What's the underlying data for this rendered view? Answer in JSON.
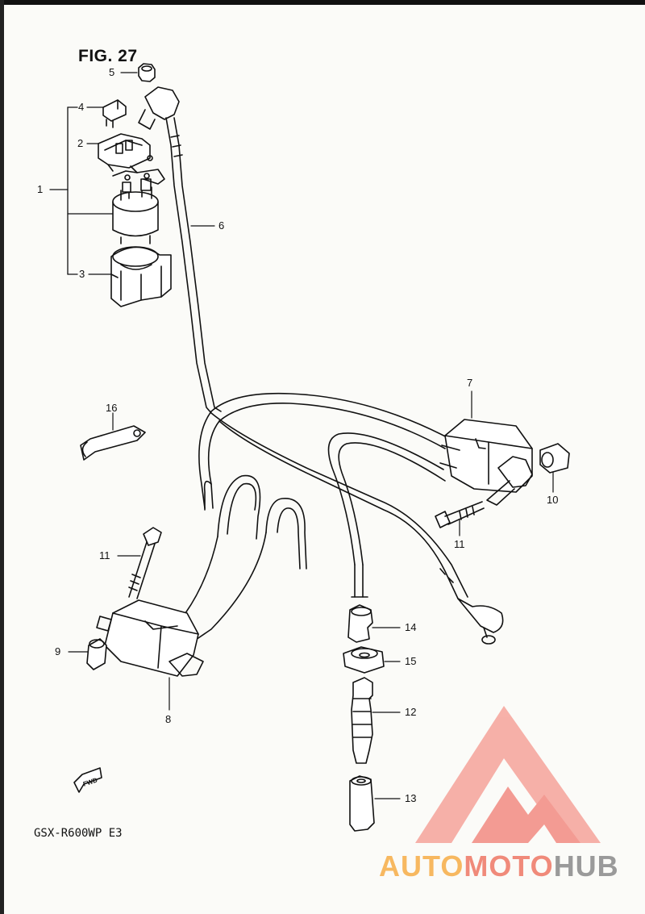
{
  "figure": {
    "title": "FIG. 27",
    "model": "GSX-R600WP  E3",
    "fwd_label": "FWD"
  },
  "callouts": [
    "1",
    "2",
    "3",
    "4",
    "5",
    "6",
    "7",
    "8",
    "9",
    "10",
    "11",
    "11",
    "12",
    "13",
    "14",
    "15",
    "16"
  ],
  "watermark": {
    "part1": "AUTO",
    "part2": "MOTO",
    "part3": "HUB",
    "colors": {
      "auto": "#f7b860",
      "moto": "#f08a7a",
      "hub": "#9a9a9a",
      "logo": "#f28b82"
    }
  }
}
